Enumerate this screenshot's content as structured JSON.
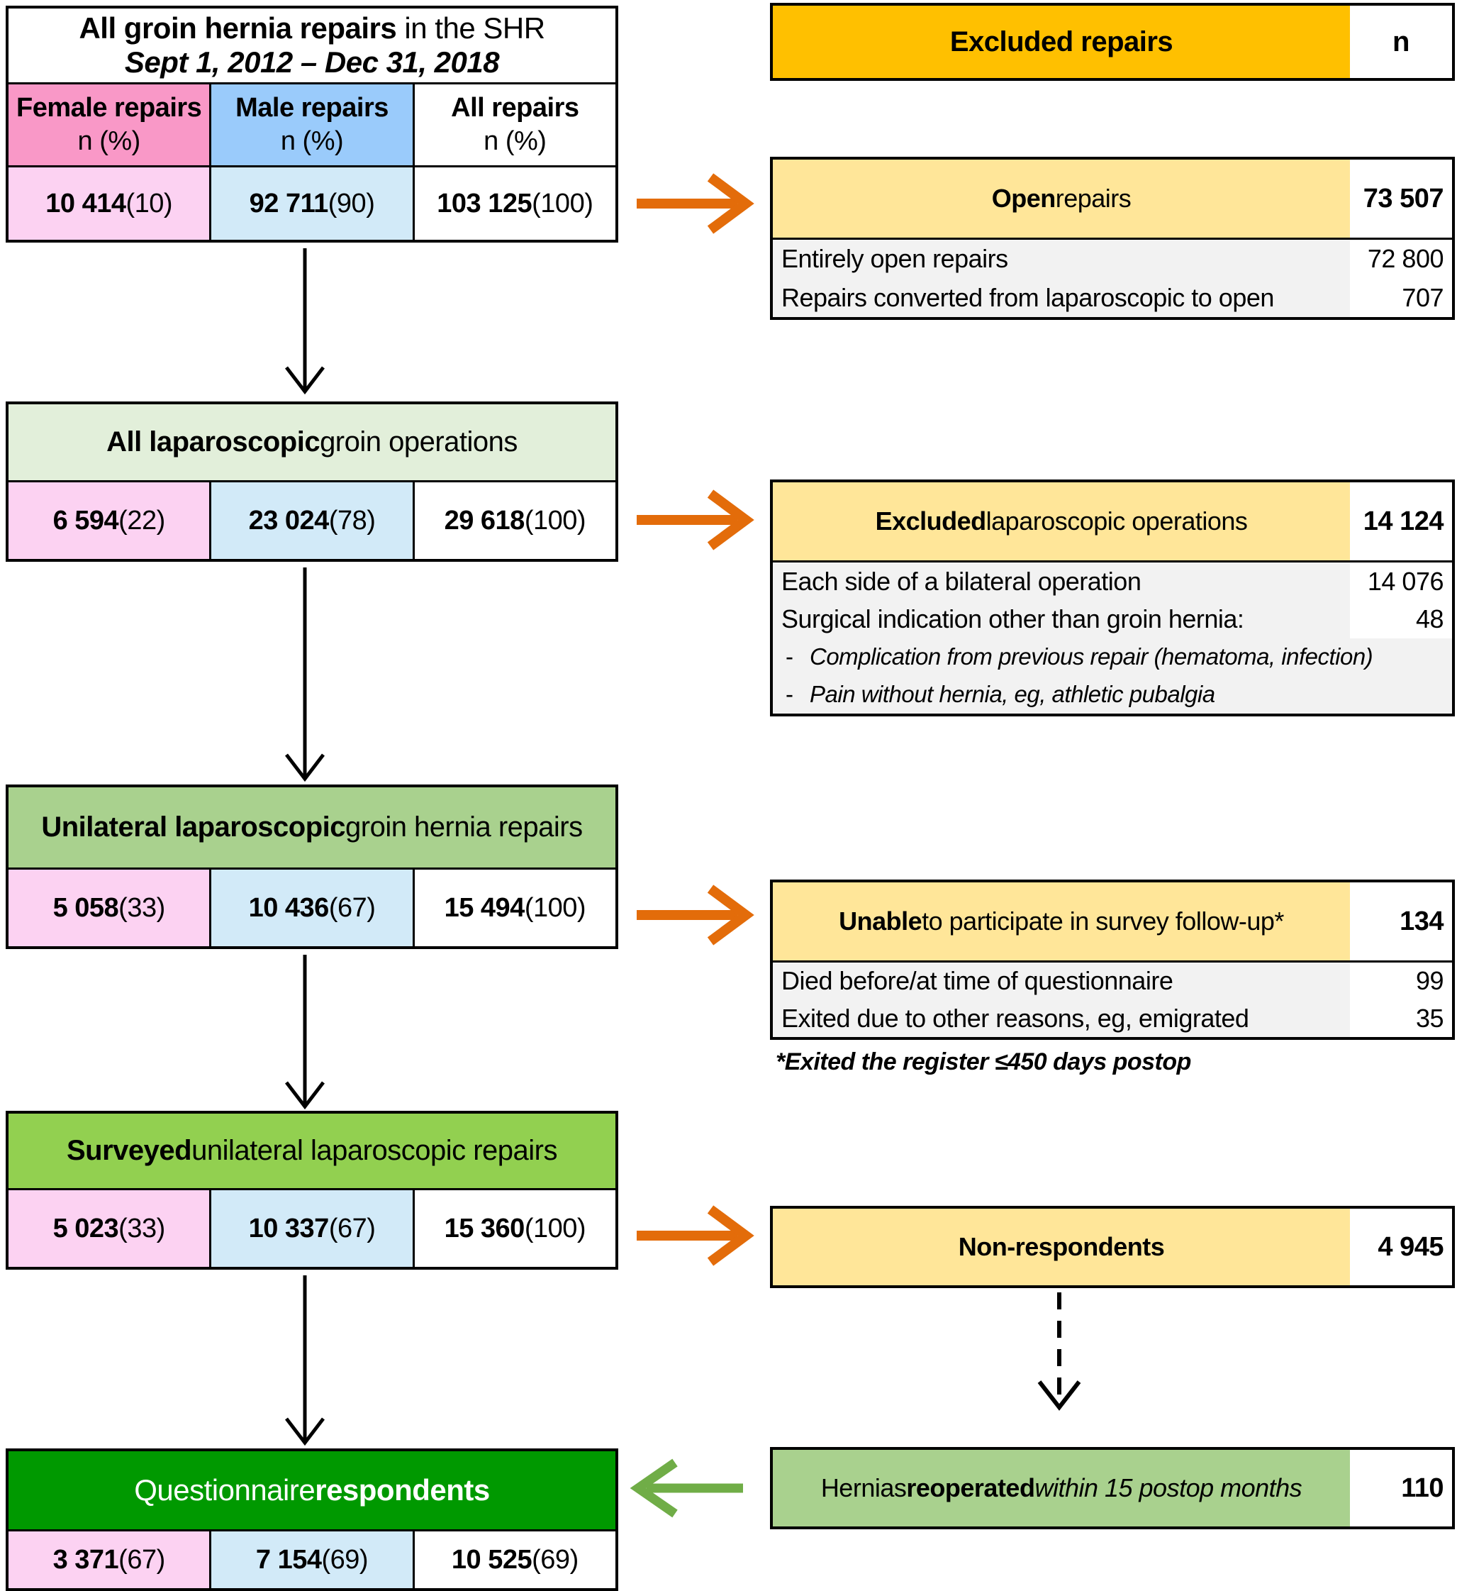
{
  "colors": {
    "gold": "#FFC000",
    "light_yellow": "#FFE699",
    "gray_row": "#F2F2F2",
    "pink_header": "#F998C7",
    "pink_light": "#FCD2F2",
    "blue_header": "#9ACBFB",
    "blue_light": "#D2EAF8",
    "green_pale": "#E2EFDA",
    "green_mid": "#A9D18E",
    "green_bright": "#92D050",
    "green_dark": "#009900",
    "orange_arrow": "#E36C0A",
    "green_arrow": "#70AD47",
    "black_arrow": "#000000"
  },
  "left": {
    "box1": {
      "title_bold": "All groin hernia repairs",
      "title_rest": " in the SHR",
      "subtitle": "Sept 1, 2012 – Dec 31, 2018",
      "col_female": "Female repairs",
      "col_male": "Male repairs",
      "col_all": "All repairs",
      "col_sub": "n (%)",
      "female_n": "10 414",
      "female_p": " (10)",
      "male_n": "92 711",
      "male_p": " (90)",
      "all_n": "103 125",
      "all_p": " (100)"
    },
    "box2": {
      "head_bold": "All laparoscopic",
      "head_rest": " groin operations",
      "female_n": "6 594",
      "female_p": " (22)",
      "male_n": "23 024",
      "male_p": " (78)",
      "all_n": "29 618",
      "all_p": " (100)"
    },
    "box3": {
      "head_bold": "Unilateral laparoscopic",
      "head_rest": " groin hernia repairs",
      "female_n": "5 058",
      "female_p": " (33)",
      "male_n": "10 436",
      "male_p": " (67)",
      "all_n": "15 494",
      "all_p": " (100)"
    },
    "box4": {
      "head_bold": "Surveyed",
      "head_rest": " unilateral laparoscopic repairs",
      "female_n": "5 023",
      "female_p": " (33)",
      "male_n": "10 337",
      "male_p": " (67)",
      "all_n": "15 360",
      "all_p": " (100)"
    },
    "box5": {
      "head_pre": "Questionnaire ",
      "head_bold": "respondents",
      "female_n": "3 371",
      "female_p": " (67)",
      "male_n": "7 154",
      "male_p": " (69)",
      "all_n": "10 525",
      "all_p": " (69)"
    }
  },
  "right": {
    "header": {
      "label": "Excluded repairs",
      "n": "n"
    },
    "open": {
      "head_bold": "Open",
      "head_rest": " repairs",
      "n": "73 507",
      "rows": [
        {
          "label": "Entirely open repairs",
          "n": "72 800"
        },
        {
          "label": "Repairs converted from laparoscopic to open",
          "n": "707"
        }
      ]
    },
    "excl_lap": {
      "head_bold": "Excluded",
      "head_rest": " laparoscopic operations",
      "n": "14 124",
      "rows": [
        {
          "label": "Each side of a bilateral operation",
          "n": "14 076"
        },
        {
          "label": "Surgical indication other than groin hernia:",
          "n": "48"
        }
      ],
      "bullets": [
        "Complication from previous repair (hematoma, infection)",
        "Pain without hernia, eg, athletic pubalgia"
      ]
    },
    "unable": {
      "head_bold": "Unable",
      "head_rest": " to participate in survey follow-up*",
      "n": "134",
      "rows": [
        {
          "label": "Died before/at time of questionnaire",
          "n": "99"
        },
        {
          "label": "Exited due to other reasons, eg, emigrated",
          "n": "35"
        }
      ],
      "footnote": "*Exited the register ≤450 days postop"
    },
    "nonresp": {
      "label": "Non-respondents",
      "n": "4 945"
    },
    "reop": {
      "pre": "Hernias ",
      "bold": "reoperated",
      "italic": " within 15 postop months",
      "n": "110"
    }
  }
}
